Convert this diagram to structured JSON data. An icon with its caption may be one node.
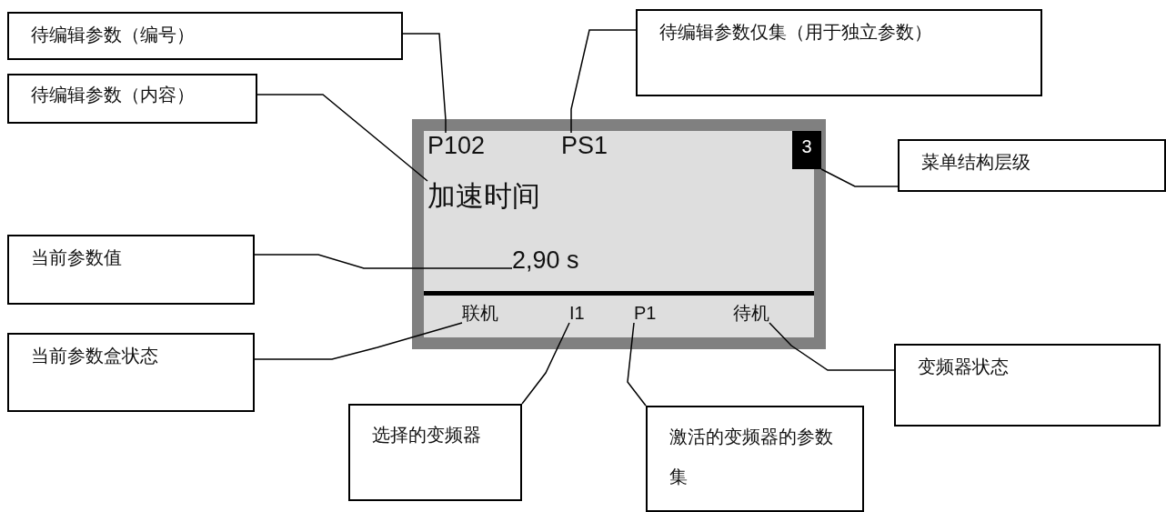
{
  "diagram": {
    "nodes": [
      {
        "text": [],
        "shape": "box"
      },
      {
        "text": [
          "P102"
        ],
        "in": 0
      },
      {
        "text": [
          "PS1"
        ],
        "in": 0
      },
      {
        "text": [
          "3"
        ],
        "in": 0
      },
      {
        "text": [
          "加速时间"
        ],
        "in": 0
      },
      {
        "text": [
          "2,90 s"
        ],
        "in": 0
      },
      {
        "text": [
          "联机"
        ],
        "in": 0
      },
      {
        "text": [
          "I1"
        ],
        "in": 0
      },
      {
        "text": [
          "P1"
        ],
        "in": 0
      },
      {
        "text": [
          "待机"
        ],
        "in": 0
      },
      {
        "text": [
          "待编辑参数（编号）"
        ]
      },
      {
        "text": [
          "待编辑参数仅集（用于独立参数）"
        ]
      },
      {
        "text": [
          "待编辑参数（内容）"
        ]
      },
      {
        "text": [
          "菜单结构层级"
        ]
      },
      {
        "text": [
          "当前参数值"
        ]
      },
      {
        "text": [
          "当前参数盒状态"
        ]
      },
      {
        "text": [
          "变频器状态"
        ]
      },
      {
        "text": [
          "选择的变频器"
        ]
      },
      {
        "text": [
          "激活的变频器的参数集"
        ]
      }
    ],
    "edges": [
      {
        "from": 10,
        "to": 1,
        "arrow": "none"
      },
      {
        "from": 11,
        "to": 2,
        "arrow": "none"
      },
      {
        "from": 12,
        "to": 4,
        "arrow": "none"
      },
      {
        "from": 13,
        "to": 3,
        "arrow": "none"
      },
      {
        "from": 14,
        "to": 5,
        "arrow": "none"
      },
      {
        "from": 15,
        "to": 6,
        "arrow": "none"
      },
      {
        "from": 16,
        "to": 9,
        "arrow": "none"
      },
      {
        "from": 17,
        "to": 7,
        "arrow": "none"
      },
      {
        "from": 18,
        "to": 8,
        "arrow": "none"
      }
    ]
  }
}
